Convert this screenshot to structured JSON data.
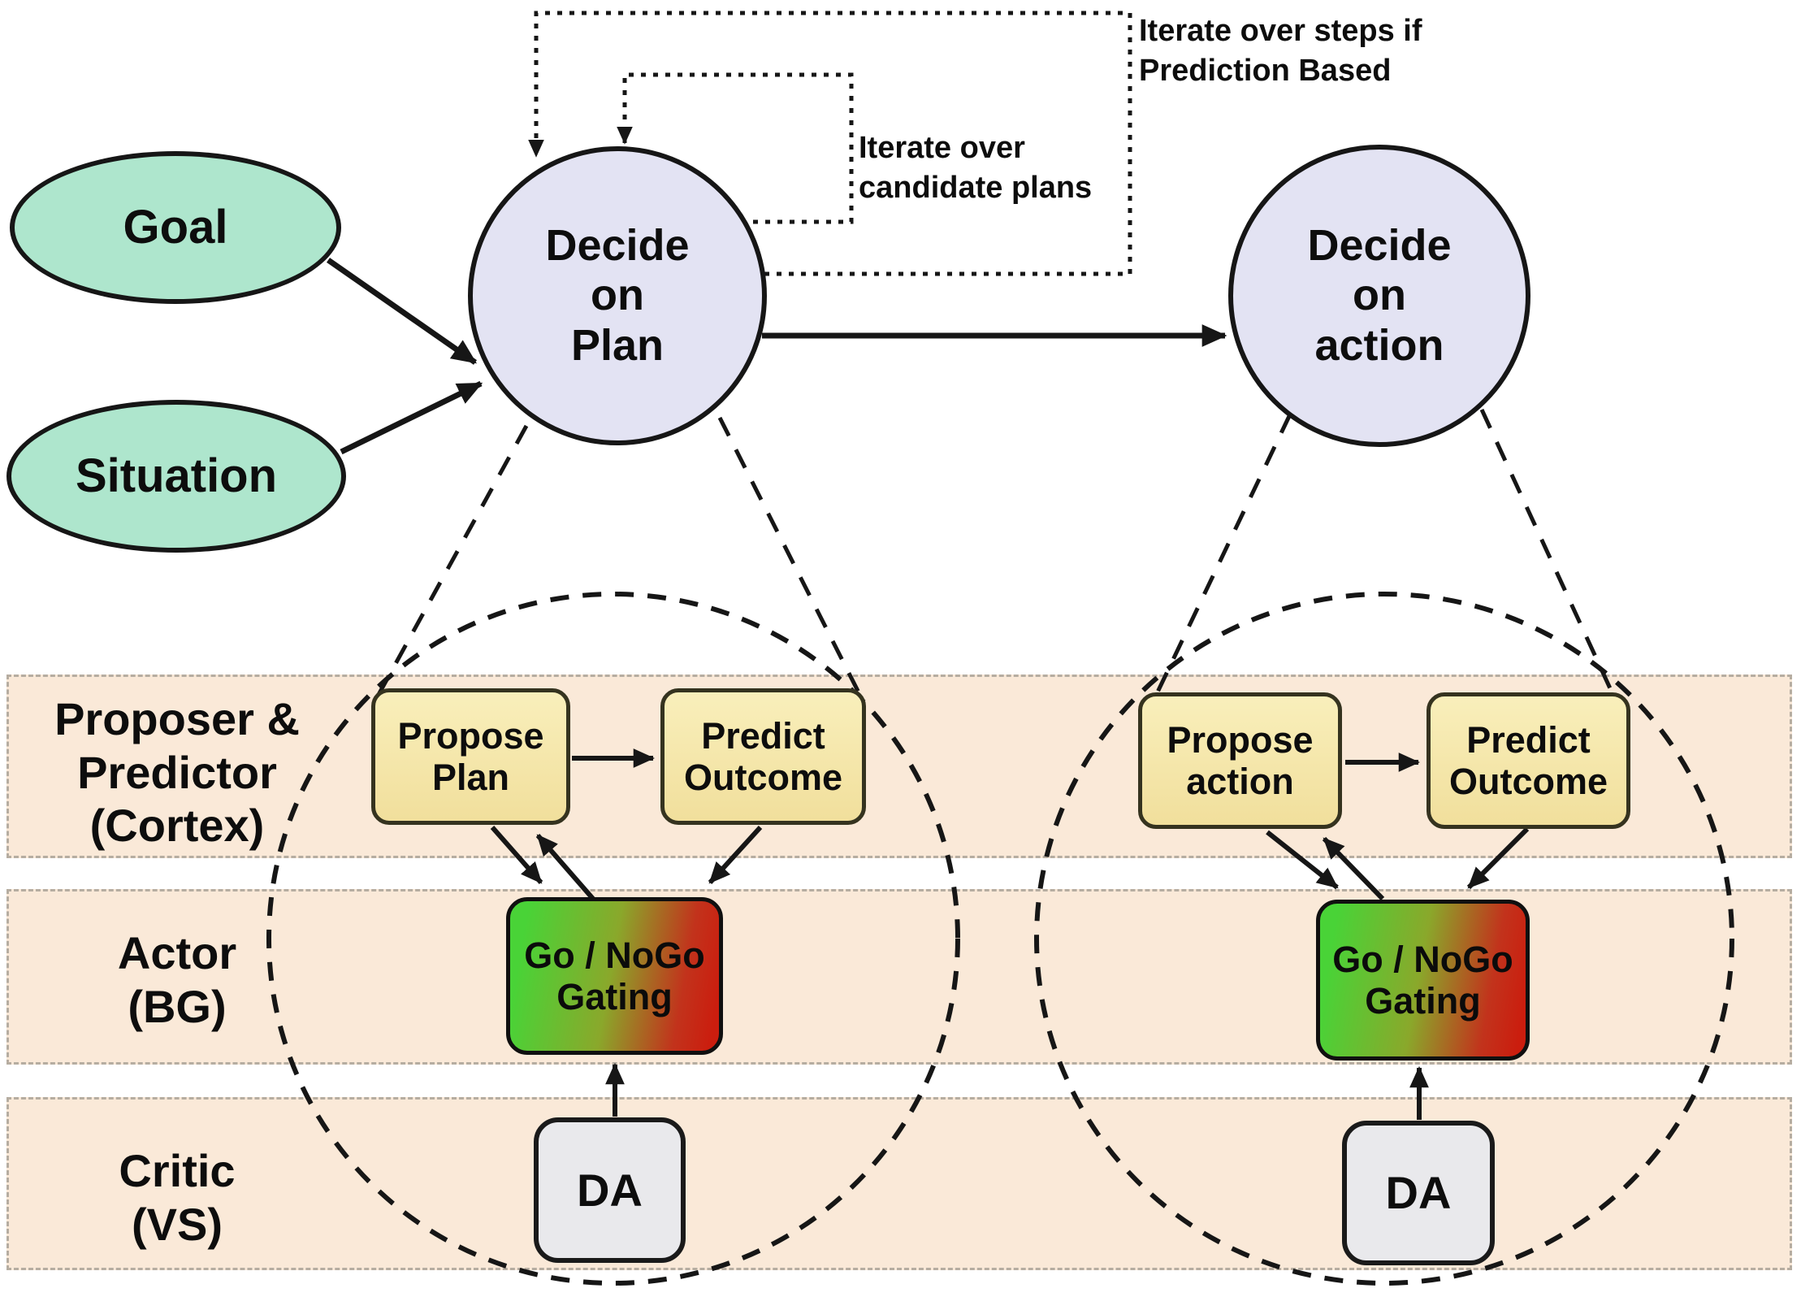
{
  "figure": {
    "description_labels": {
      "goal": "Goal",
      "situation": "Situation",
      "decide_plan": "Decide\non\nPlan",
      "decide_action": "Decide\non\naction",
      "iterate_candidate": "Iterate over\ncandidate plans",
      "iterate_steps": "Iterate over steps if\nPrediction Based"
    }
  },
  "bands": {
    "cortex": "Proposer &\nPredictor\n(Cortex)",
    "actor": "Actor\n(BG)",
    "critic": "Critic\n(VS)"
  },
  "callouts": {
    "left": {
      "propose": "Propose\nPlan",
      "predict": "Predict\nOutcome",
      "gating": "Go / NoGo\nGating",
      "da": "DA"
    },
    "right": {
      "propose": "Propose\naction",
      "predict": "Predict\nOutcome",
      "gating": "Go / NoGo\nGating",
      "da": "DA"
    }
  },
  "colors": {
    "mint": "#aee6cd",
    "lavender": "#e3e3f3",
    "band": "#fae9d8",
    "band_border": "#b6ada1",
    "yellow_hi": "#f9efbb",
    "yellow_lo": "#f1df9c",
    "yellow_border": "#35331f",
    "go_green": "#49d337",
    "nogo_red": "#cb1d0e",
    "da_gray": "#e9e9ec",
    "line": "#161616"
  }
}
